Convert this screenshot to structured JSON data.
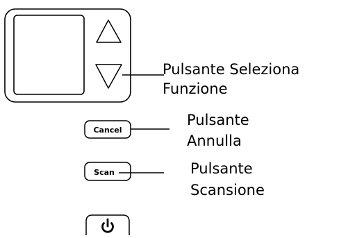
{
  "panel": {
    "up_arrow_icon": "triangle-up",
    "down_arrow_icon": "triangle-down"
  },
  "buttons": {
    "cancel": "Cancel",
    "scan": "Scan",
    "power_icon": "power-icon"
  },
  "labels": {
    "function_select_line1": "Pulsante Seleziona",
    "function_select_line2": "Funzione",
    "cancel_line1": "Pulsante",
    "cancel_line2": "Annulla",
    "scan_line1": "Pulsante",
    "scan_line2": "Scansione"
  },
  "colors": {
    "stroke": "#000000",
    "background": "#ffffff"
  }
}
